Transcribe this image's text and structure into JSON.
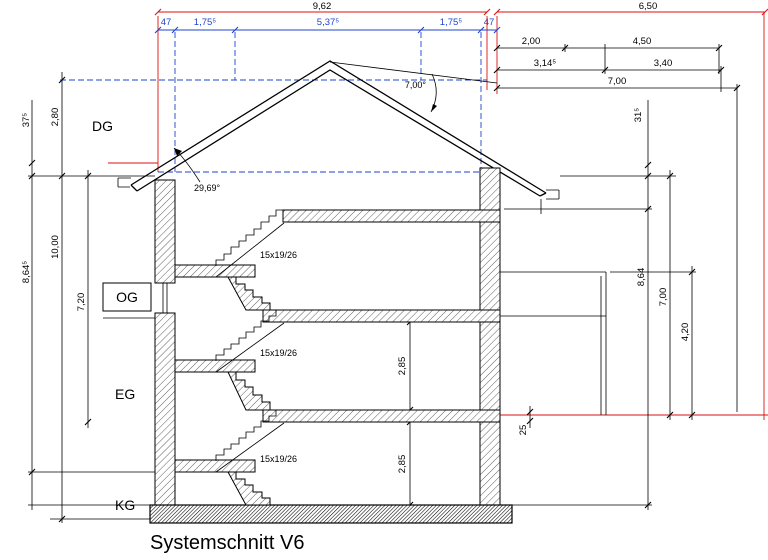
{
  "drawing": {
    "title": "Systemschnitt V6",
    "floors": {
      "dg": "DG",
      "og": "OG",
      "eg": "EG",
      "kg": "KG"
    },
    "stair_note": "15x19/26",
    "angles": {
      "main_roof": "29,69°",
      "flat_roof": "7,00°"
    },
    "dims": {
      "top_total": "9,62",
      "top_chain": [
        "47",
        "1,75⁵",
        "5,37⁵",
        "1,75⁵",
        "47"
      ],
      "right_top_total": "6,50",
      "right_row1": [
        "2,00",
        "4,50"
      ],
      "right_row2": [
        "3,14⁵",
        "3,40"
      ],
      "right_row3": "7,00",
      "left_col": {
        "knee": "37⁵",
        "dg": "2,80",
        "total": "10,00",
        "upper": "8,64⁵",
        "lower": "7,20"
      },
      "right_col": {
        "knee": "31⁵",
        "total": "8,64",
        "mid": "7,00",
        "lower": "4,20",
        "slab": "25"
      },
      "rooms": [
        "2,85",
        "2,85"
      ]
    },
    "colors": {
      "dim_red": "#dd1111",
      "dim_blue": "#2244cc",
      "line": "#000000"
    }
  }
}
